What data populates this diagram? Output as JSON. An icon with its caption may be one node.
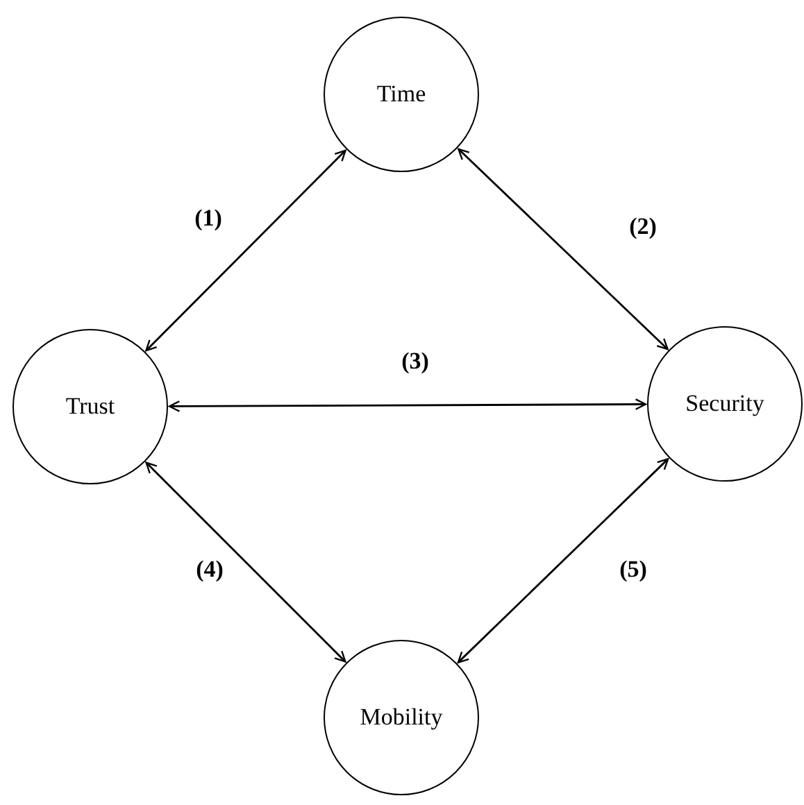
{
  "diagram": {
    "nodes": [
      {
        "text": [
          "Time"
        ]
      },
      {
        "text": [
          "Trust"
        ]
      },
      {
        "text": [
          "Security"
        ]
      },
      {
        "text": [
          "Mobility"
        ]
      }
    ],
    "edges": [
      {
        "from": 1,
        "to": 0,
        "arrow": "both",
        "label": "(1)"
      },
      {
        "from": 0,
        "to": 2,
        "arrow": "both",
        "label": "(2)"
      },
      {
        "from": 1,
        "to": 2,
        "arrow": "both",
        "label": "(3)"
      },
      {
        "from": 1,
        "to": 3,
        "arrow": "both",
        "label": "(4)"
      },
      {
        "from": 2,
        "to": 3,
        "arrow": "both",
        "label": "(5)"
      }
    ]
  }
}
